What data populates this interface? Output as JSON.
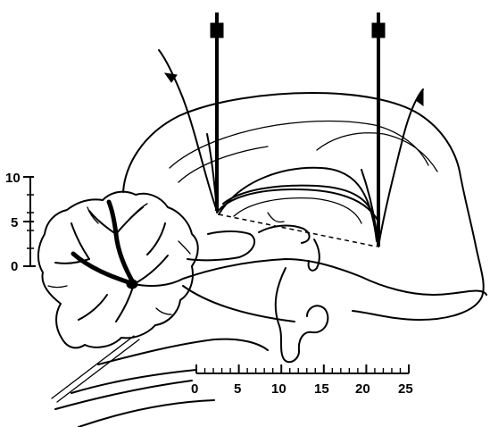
{
  "vertical_scale": {
    "ticks": [
      "10",
      "5",
      "0"
    ]
  },
  "horizontal_scale": {
    "ticks": [
      "0",
      "5",
      "10",
      "15",
      "20",
      "25"
    ]
  }
}
